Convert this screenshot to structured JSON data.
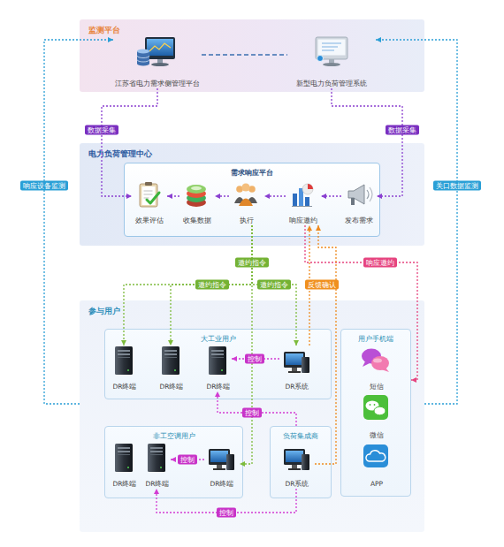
{
  "diagram": {
    "nodes": [
      {
        "text": [
          "监测平台"
        ]
      },
      {
        "text": [
          "江苏省电力需求侧管理平台"
        ],
        "in": 0
      },
      {
        "text": [
          "新型电力负荷管理系统"
        ],
        "in": 0
      },
      {
        "text": [
          "电力负荷管理中心"
        ]
      },
      {
        "text": [
          "需求响应平台"
        ],
        "in": 3
      },
      {
        "text": [
          "效果评估"
        ],
        "in": 4
      },
      {
        "text": [
          "收集数据"
        ],
        "in": 4
      },
      {
        "text": [
          "执行"
        ],
        "in": 4
      },
      {
        "text": [
          "响应邀约"
        ],
        "in": 4
      },
      {
        "text": [
          "发布需求"
        ],
        "in": 4
      },
      {
        "text": [
          "参与用户"
        ]
      },
      {
        "text": [
          "大工业用户"
        ],
        "in": 10
      },
      {
        "text": [
          "DR终端"
        ],
        "in": 11
      },
      {
        "text": [
          "DR终端"
        ],
        "in": 11
      },
      {
        "text": [
          "DR终端"
        ],
        "in": 11
      },
      {
        "text": [
          "DR系统"
        ],
        "in": 11
      },
      {
        "text": [
          "非工空调用户"
        ],
        "in": 10
      },
      {
        "text": [
          "DR终端"
        ],
        "in": 16
      },
      {
        "text": [
          "DR终端"
        ],
        "in": 16
      },
      {
        "text": [
          "DR终端"
        ],
        "in": 16
      },
      {
        "text": [
          "负荷集成商"
        ],
        "in": 10
      },
      {
        "text": [
          "DR系统"
        ],
        "in": 20
      },
      {
        "text": [
          "用户手机端"
        ],
        "in": 10
      },
      {
        "text": [
          "短信"
        ],
        "in": 22
      },
      {
        "text": [
          "微信"
        ],
        "in": 22
      },
      {
        "text": [
          "APP"
        ],
        "in": 22
      }
    ],
    "edges": [
      {
        "from": 1,
        "to": 2,
        "arrow": "none"
      },
      {
        "from": 1,
        "to": 5,
        "label": "数据采集",
        "arrow": "to"
      },
      {
        "from": 2,
        "to": 9,
        "label": "数据采集",
        "arrow": "to"
      },
      {
        "from": 9,
        "to": 8,
        "arrow": "to"
      },
      {
        "from": 8,
        "to": 7,
        "arrow": "to"
      },
      {
        "from": 7,
        "to": 6,
        "arrow": "to"
      },
      {
        "from": 6,
        "to": 5,
        "arrow": "to"
      },
      {
        "from": 7,
        "to": 12,
        "label": "邀约指令",
        "arrow": "to"
      },
      {
        "from": 7,
        "to": 13,
        "label": "邀约指令",
        "arrow": "to"
      },
      {
        "from": 7,
        "to": 15,
        "label": "邀约指令",
        "arrow": "to"
      },
      {
        "from": 7,
        "to": 19,
        "arrow": "to"
      },
      {
        "from": 15,
        "to": 14,
        "label": "控制",
        "arrow": "to"
      },
      {
        "from": 20,
        "to": 14,
        "label": "控制",
        "arrow": "to"
      },
      {
        "from": 19,
        "to": 18,
        "label": "控制",
        "arrow": "to"
      },
      {
        "from": 21,
        "to": 18,
        "label": "控制",
        "arrow": "to"
      },
      {
        "from": 8,
        "to": 22,
        "label": "响应邀约",
        "arrow": "to"
      },
      {
        "from": 15,
        "to": 8,
        "label": "反馈确认",
        "arrow": "to"
      },
      {
        "from": 21,
        "to": 8,
        "arrow": "to"
      },
      {
        "from": 10,
        "to": 1,
        "label": "响应设备监测",
        "arrow": "to"
      },
      {
        "from": 10,
        "to": 2,
        "label": "关口数据监测",
        "arrow": "to"
      }
    ]
  }
}
